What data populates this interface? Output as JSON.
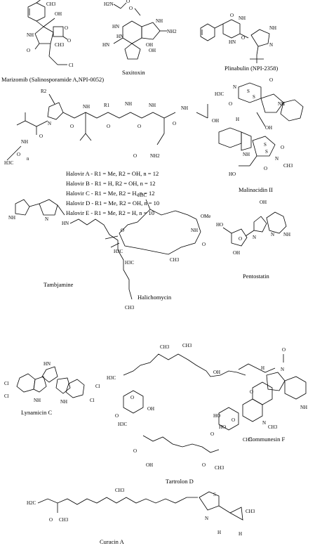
{
  "compounds": {
    "marizomib": "Marizomib (Salinosporamide A,NPI-0052)",
    "saxitoxin": "Saxitoxin",
    "plinabulin": "Plinabulin (NPI-2358)",
    "halovir_a": "Halovir A - R1 = Me, R2 = OH, n = 12",
    "halovir_b": "Halovir B - R1 = H, R2 = OH, n = 12",
    "halovir_c": "Halovir C - R1 = Me, R2 = H, n = 12",
    "halovir_d": "Halovir D - R1 = Me, R2 = OH, n = 10",
    "halovir_e": "Halovir E - R1 = Me, R2 = H, n = 10",
    "malinacidin": "Malinacidin II",
    "tambjamine": "Tambjamine",
    "halichomycin": "Halichomycin",
    "pentostatin": "Pentostatin",
    "lynamicin": "Lynamicin C",
    "tartrolon": "Tartrolon D",
    "communesin": "Communesin F",
    "curacin": "Curacin A"
  },
  "atoms": {
    "oh": "OH",
    "o": "O",
    "nh": "NH",
    "n": "N",
    "h": "H",
    "hn": "HN",
    "cl": "Cl",
    "ch3": "CH3",
    "h3c": "H3C",
    "nh2": "NH2",
    "h2n": "H2N",
    "s": "S",
    "ome": "OMe",
    "r1": "R1",
    "r2": "R2",
    "n_sub": "n",
    "h2c": "H2C",
    "ho": "HO"
  }
}
